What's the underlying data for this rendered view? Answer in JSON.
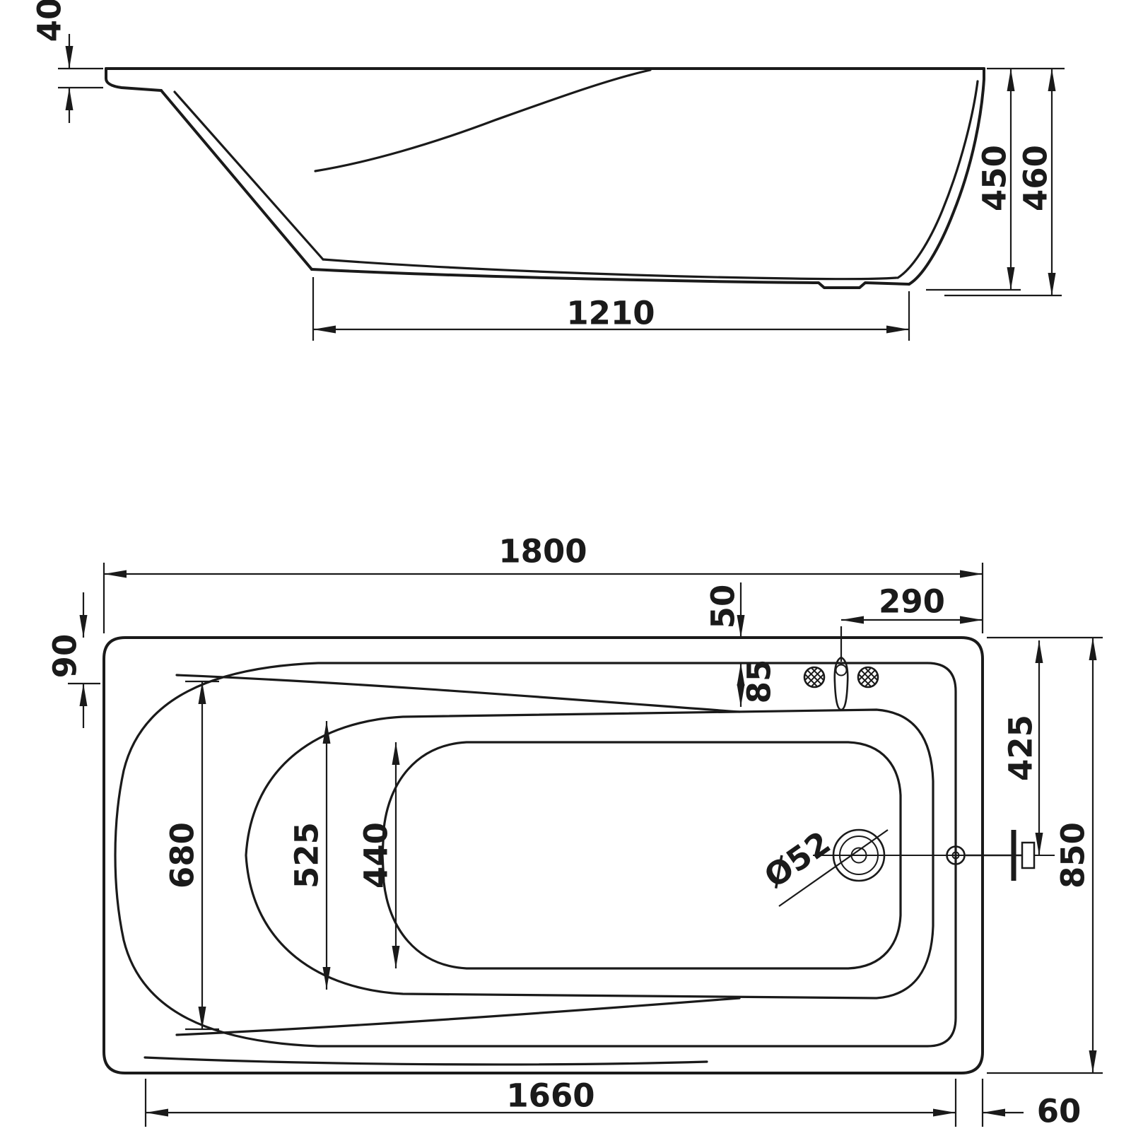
{
  "document": {
    "type": "Technical dimension drawing of a bathtub (side elevation and plan view)",
    "units": "mm",
    "line_color": "#1a1a1a",
    "background_color": "#ffffff"
  },
  "side_view": {
    "name": "side elevation",
    "dims": {
      "rim_thickness": "40",
      "inner_depth": "450",
      "overall_height": "460",
      "base_length": "1210"
    }
  },
  "plan_view": {
    "name": "top plan view",
    "dims": {
      "overall_length": "1800",
      "tap_edge_offset": "290",
      "rim_width_top": "50",
      "rim_width_left": "90",
      "rim_to_basin_top": "85",
      "drain_center_offset": "425",
      "basin_width_head": "680",
      "basin_width_outer": "525",
      "basin_floor_width": "440",
      "drain_diameter": "Ø52",
      "overall_width": "850",
      "base_length": "1660",
      "base_edge_offset": "60"
    }
  }
}
